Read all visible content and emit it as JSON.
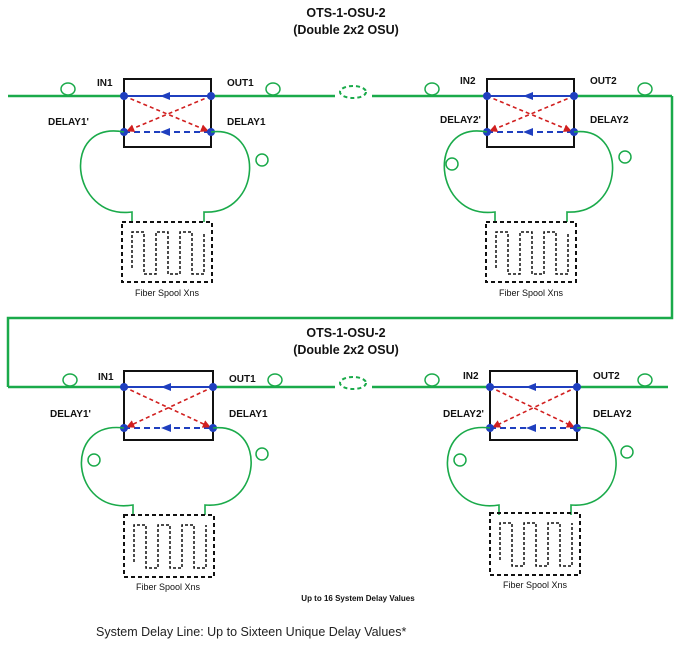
{
  "colors": {
    "fiber": "#1aaa4a",
    "path_blue": "#1f3fbf",
    "path_red": "#d11f1f",
    "port": "#1f3fbf",
    "box": "#111111"
  },
  "top": {
    "title": "OTS-1-OSU-2",
    "subtitle": "(Double 2x2 OSU)",
    "osu1": {
      "in": "IN1",
      "out": "OUT1",
      "delay_in": "DELAY1'",
      "delay_out": "DELAY1",
      "spool": "Fiber Spool Xns"
    },
    "osu2": {
      "in": "IN2",
      "out": "OUT2",
      "delay_in": "DELAY2'",
      "delay_out": "DELAY2",
      "spool": "Fiber Spool Xns"
    }
  },
  "bottom": {
    "title": "OTS-1-OSU-2",
    "subtitle": "(Double 2x2 OSU)",
    "osu1": {
      "in": "IN1",
      "out": "OUT1",
      "delay_in": "DELAY1'",
      "delay_out": "DELAY1",
      "spool": "Fiber Spool Xns"
    },
    "osu2": {
      "in": "IN2",
      "out": "OUT2",
      "delay_in": "DELAY2'",
      "delay_out": "DELAY2",
      "spool": "Fiber Spool Xns"
    },
    "note": "Up to 16 System Delay Values"
  },
  "caption": "System Delay Line: Up to Sixteen Unique Delay Values*"
}
